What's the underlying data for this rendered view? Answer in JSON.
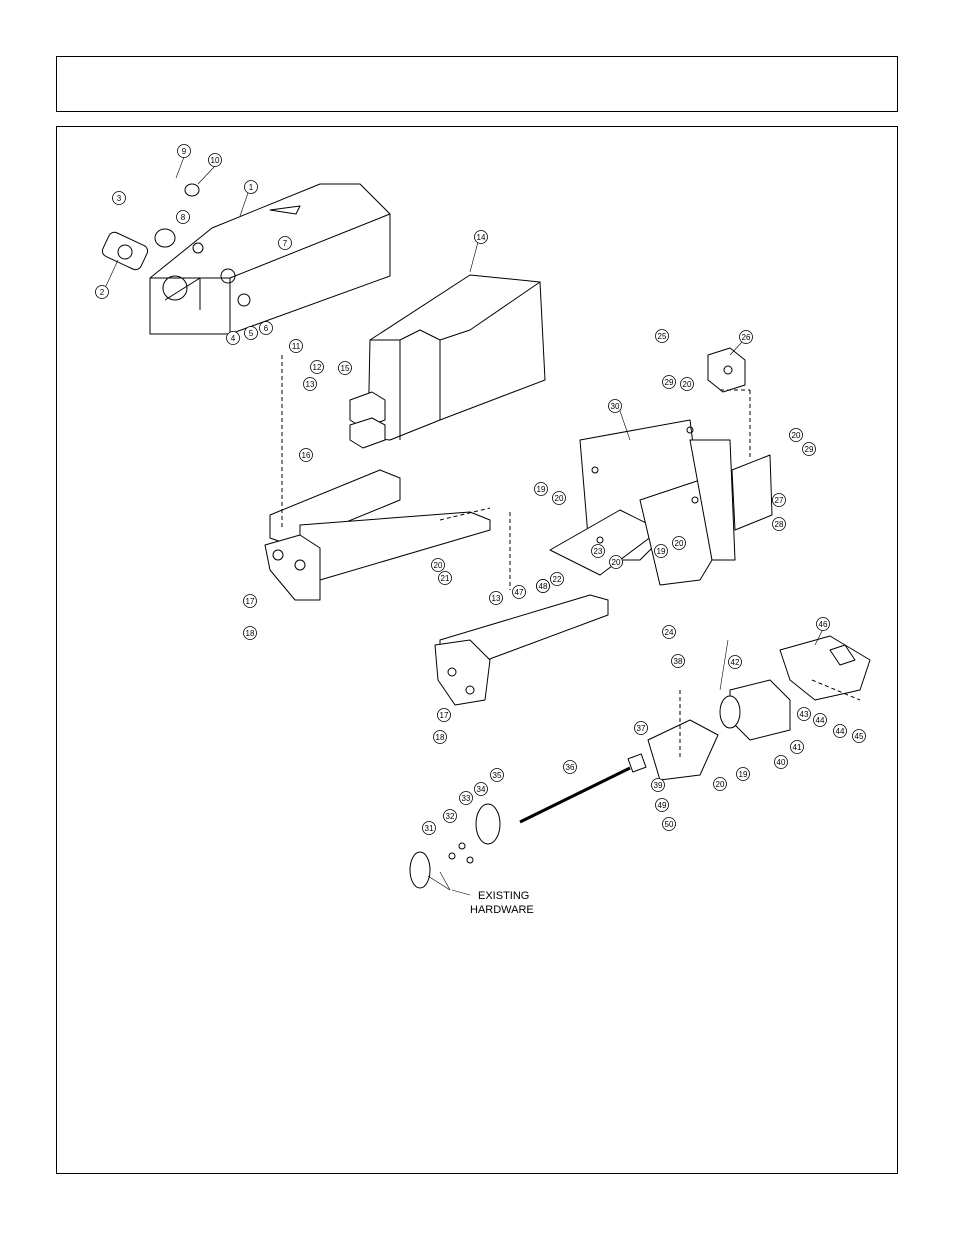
{
  "header": {
    "title": ""
  },
  "diagram": {
    "callouts": [
      {
        "id": "c1",
        "label": "1"
      },
      {
        "id": "c2",
        "label": "2"
      },
      {
        "id": "c3",
        "label": "3"
      },
      {
        "id": "c4",
        "label": "4"
      },
      {
        "id": "c5",
        "label": "5"
      },
      {
        "id": "c6",
        "label": "6"
      },
      {
        "id": "c7",
        "label": "7"
      },
      {
        "id": "c8",
        "label": "8"
      },
      {
        "id": "c9",
        "label": "9"
      },
      {
        "id": "c10",
        "label": "10"
      },
      {
        "id": "c11",
        "label": "11"
      },
      {
        "id": "c12",
        "label": "12"
      },
      {
        "id": "c13",
        "label": "13"
      },
      {
        "id": "c13b",
        "label": "13"
      },
      {
        "id": "c14",
        "label": "14"
      },
      {
        "id": "c15",
        "label": "15"
      },
      {
        "id": "c16",
        "label": "16"
      },
      {
        "id": "c17",
        "label": "17"
      },
      {
        "id": "c17b",
        "label": "17"
      },
      {
        "id": "c18",
        "label": "18"
      },
      {
        "id": "c18b",
        "label": "18"
      },
      {
        "id": "c19",
        "label": "19"
      },
      {
        "id": "c19b",
        "label": "19"
      },
      {
        "id": "c19c",
        "label": "19"
      },
      {
        "id": "c20a",
        "label": "20"
      },
      {
        "id": "c20b",
        "label": "20"
      },
      {
        "id": "c20c",
        "label": "20"
      },
      {
        "id": "c20d",
        "label": "20"
      },
      {
        "id": "c20e",
        "label": "20"
      },
      {
        "id": "c20f",
        "label": "20"
      },
      {
        "id": "c20g",
        "label": "20"
      },
      {
        "id": "c21",
        "label": "21"
      },
      {
        "id": "c22",
        "label": "22"
      },
      {
        "id": "c23",
        "label": "23"
      },
      {
        "id": "c24",
        "label": "24"
      },
      {
        "id": "c25",
        "label": "25"
      },
      {
        "id": "c26",
        "label": "26"
      },
      {
        "id": "c27",
        "label": "27"
      },
      {
        "id": "c28",
        "label": "28"
      },
      {
        "id": "c29a",
        "label": "29"
      },
      {
        "id": "c29b",
        "label": "29"
      },
      {
        "id": "c30",
        "label": "30"
      },
      {
        "id": "c31",
        "label": "31"
      },
      {
        "id": "c32",
        "label": "32"
      },
      {
        "id": "c33",
        "label": "33"
      },
      {
        "id": "c34",
        "label": "34"
      },
      {
        "id": "c35",
        "label": "35"
      },
      {
        "id": "c36",
        "label": "36"
      },
      {
        "id": "c37",
        "label": "37"
      },
      {
        "id": "c38",
        "label": "38"
      },
      {
        "id": "c39",
        "label": "39"
      },
      {
        "id": "c40",
        "label": "40"
      },
      {
        "id": "c41",
        "label": "41"
      },
      {
        "id": "c42",
        "label": "42"
      },
      {
        "id": "c43",
        "label": "43"
      },
      {
        "id": "c44a",
        "label": "44"
      },
      {
        "id": "c44b",
        "label": "44"
      },
      {
        "id": "c45",
        "label": "45"
      },
      {
        "id": "c46a",
        "label": "46"
      },
      {
        "id": "c46b",
        "label": "46"
      },
      {
        "id": "c47",
        "label": "47"
      },
      {
        "id": "c48",
        "label": "48"
      },
      {
        "id": "c49",
        "label": "49"
      },
      {
        "id": "c50",
        "label": "50"
      }
    ],
    "existing_hardware": [
      "EXISTING",
      "HARDWARE"
    ]
  }
}
